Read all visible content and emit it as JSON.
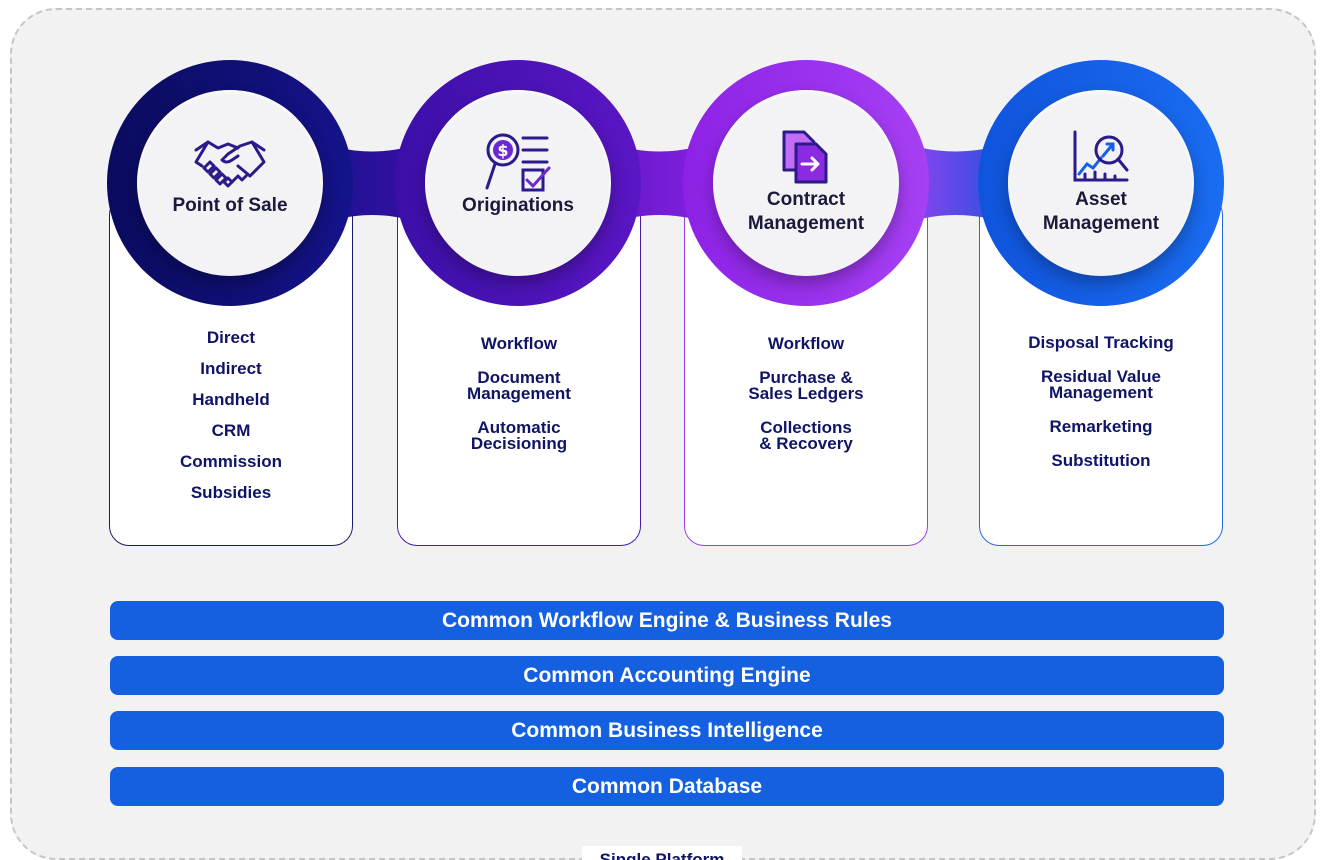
{
  "modules": [
    {
      "title": "Point of Sale",
      "icon": "handshake-icon",
      "color": "#0c0d6b",
      "items": [
        "Direct",
        "Indirect",
        "Handheld",
        "CRM",
        "Commission",
        "Subsidies"
      ]
    },
    {
      "title": "Originations",
      "icon": "dollar-magnifier-checklist-icon",
      "color": "#4a10b4",
      "items": [
        "Workflow",
        "Document\nManagement",
        "Automatic\nDecisioning"
      ]
    },
    {
      "title": "Contract\nManagement",
      "icon": "document-transfer-icon",
      "color": "#9b2ef0",
      "items": [
        "Workflow",
        "Purchase &\nSales Ledgers",
        "Collections\n& Recovery"
      ]
    },
    {
      "title": "Asset\nManagement",
      "icon": "chart-analysis-icon",
      "color": "#1361e8",
      "items": [
        "Disposal Tracking",
        "Residual Value\nManagement",
        "Remarketing",
        "Substitution"
      ]
    }
  ],
  "layers": [
    "Common Workflow Engine & Business Rules",
    "Common Accounting Engine",
    "Common Business Intelligence",
    "Common Database"
  ],
  "footer": {
    "label": "Single Platform"
  }
}
